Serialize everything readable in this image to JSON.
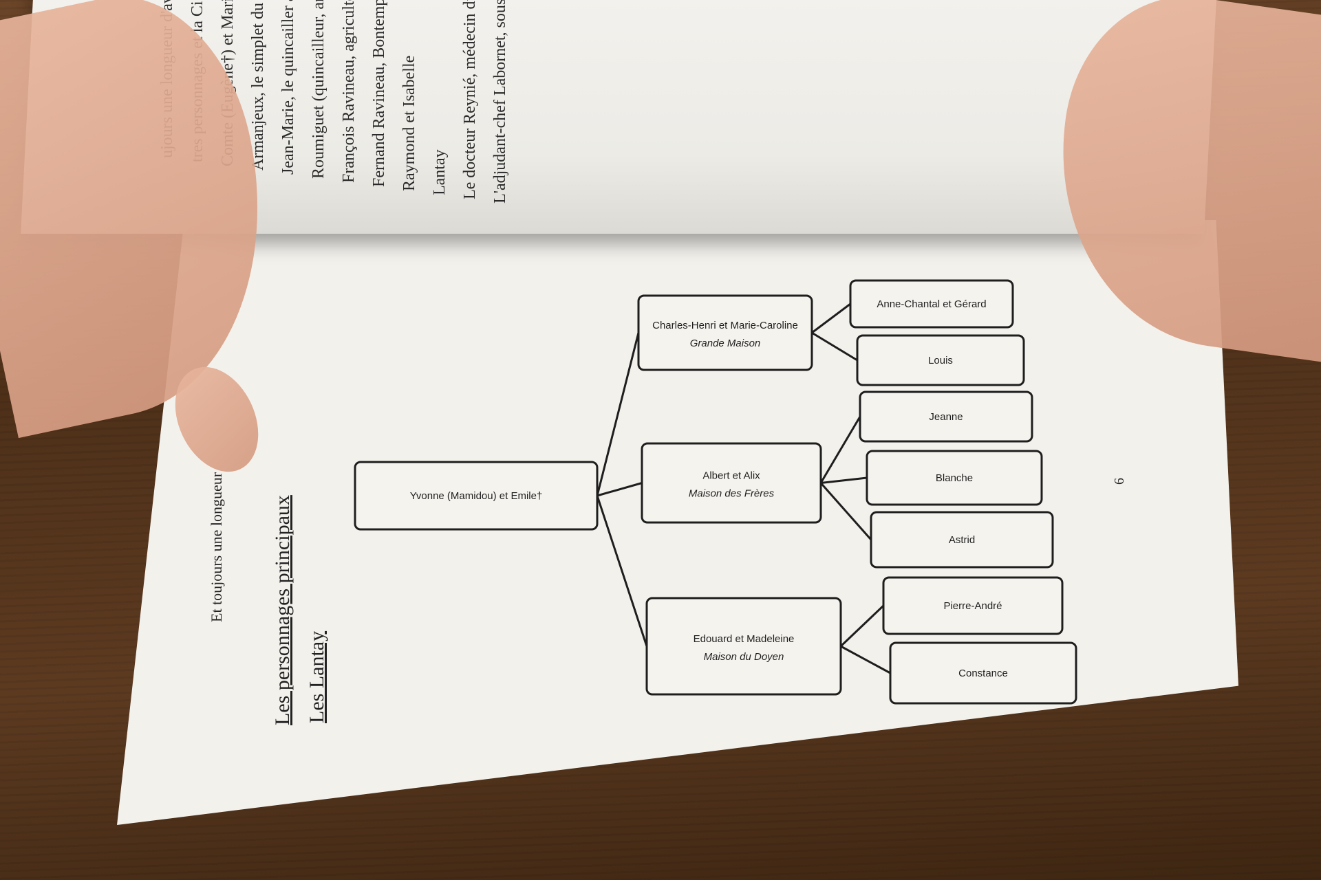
{
  "top_page_lines": [
    "ujours une longueur d'avan",
    "tres personnages   et   la   Ci",
    "Comte  (Eugène†)  et  Marie-Carolin",
    "Armanjeux,  le  simplet  du  vill",
    "Jean-Marie,  le  quincailler à Cluny)",
    "Roumiguet (quincailleur, amoureux de Je",
    "François Ravineau, agriculteur, pèr",
    "Fernand Ravineau, Bontemps,",
    "Raymond  et  Isabelle",
    "Lantay",
    "Le docteur Reynié, médecin du vi",
    "L'adjudant-chef Labornet, sous-o"
  ],
  "page": {
    "running_header": "Et toujours une longueur",
    "page_number": "6",
    "heading_main": "Les personnages principaux",
    "heading_sub": "Les Lantay"
  },
  "tree": {
    "root": {
      "name": "Yvonne (Mamidou) et Emile†"
    },
    "branches": [
      {
        "name": "Charles-Henri et Marie-Caroline",
        "house": "Grande Maison",
        "children": [
          "Anne-Chantal et Gérard",
          "Louis"
        ]
      },
      {
        "name": "Albert et Alix",
        "house": "Maison des Frères",
        "children": [
          "Jeanne",
          "Blanche",
          "Astrid"
        ]
      },
      {
        "name": "Edouard et Madeleine",
        "house": "Maison du Doyen",
        "children": [
          "Pierre-André",
          "Constance"
        ]
      }
    ]
  },
  "colors": {
    "table": "#5a3a22",
    "paper": "#f3f1ec",
    "ink": "#1e1e1e",
    "skin": "#e0a88e"
  }
}
